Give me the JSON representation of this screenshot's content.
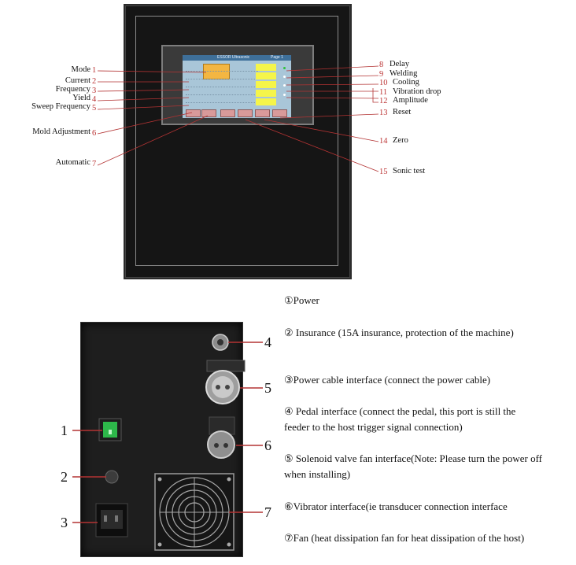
{
  "screen": {
    "header_left": "ESSOR Ultrasonic",
    "header_right": "Page 1"
  },
  "front_labels_left": [
    {
      "text": "Mode",
      "num": "1"
    },
    {
      "text": "Current",
      "num": "2"
    },
    {
      "text": "Frequency",
      "num": "3"
    },
    {
      "text": "Yield",
      "num": "4"
    },
    {
      "text": "Sweep Frequency",
      "num": "5"
    },
    {
      "text": "Mold Adjustment",
      "num": "6"
    },
    {
      "text": "Automatic",
      "num": "7"
    }
  ],
  "front_labels_right": [
    {
      "num": "8",
      "text": "Delay"
    },
    {
      "num": "9",
      "text": "Welding"
    },
    {
      "num": "10",
      "text": "Cooling"
    },
    {
      "num": "11",
      "text": "Vibration drop"
    },
    {
      "num": "12",
      "text": "Amplitude"
    },
    {
      "num": "13",
      "text": "Reset"
    },
    {
      "num": "14",
      "text": "Zero"
    },
    {
      "num": "15",
      "text": "Sonic test"
    }
  ],
  "rear_callouts": [
    "1",
    "2",
    "3",
    "4",
    "5",
    "6",
    "7"
  ],
  "legend": [
    "①Power",
    "② Insurance (15A insurance, protection of the machine)",
    "③Power cable interface (connect the power cable)",
    "④ Pedal interface (connect the pedal, this port is still the feeder to the host trigger signal connection)",
    "⑤ Solenoid valve fan interface(Note: Please turn the power off when installing)",
    "⑥Vibrator interface(ie transducer connection interface",
    "⑦Fan (heat dissipation fan for heat dissipation of the host)"
  ],
  "colors": {
    "cabinet": "#151515",
    "lcd_background": "#a9c6d8",
    "value_field": "#f5f54a",
    "mode_field": "#f3b642",
    "leader_line": "#b33333",
    "power_switch": "#2db84a"
  }
}
